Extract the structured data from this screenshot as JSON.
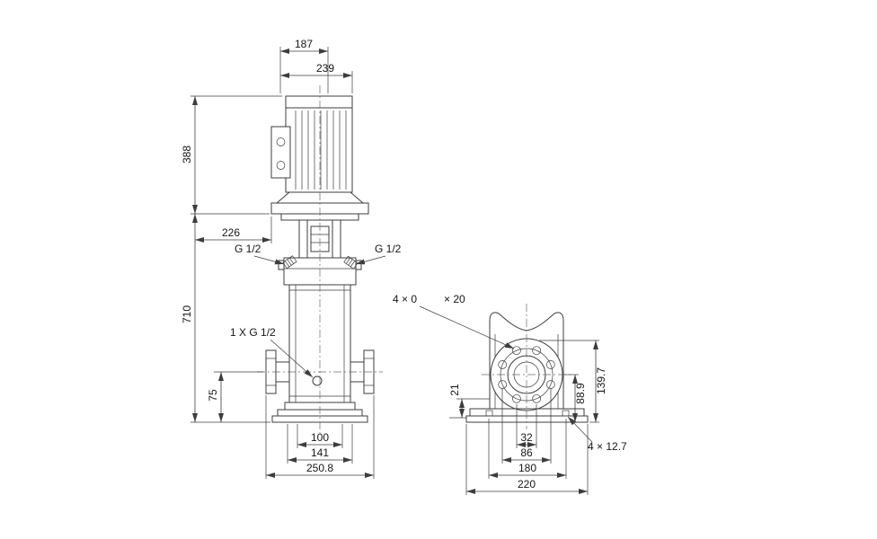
{
  "drawing": {
    "background": "#ffffff",
    "line_color": "#3c3c3c",
    "text_color": "#161616",
    "views": {
      "side": {
        "dim_motor_top_width": "187",
        "dim_motor_width": "239",
        "dim_motor_height": "388",
        "dim_head_offset": "226",
        "label_port_left": "G 1/2",
        "label_port_right": "G 1/2",
        "dim_total_height": "710",
        "label_drain_port": "1 X G 1/2",
        "dim_port_height": "75",
        "dim_width_inner": "100",
        "dim_width_outer": "141",
        "dim_flange_to_flange": "250.8"
      },
      "end": {
        "label_flange_holes_a": "4 × 0",
        "label_flange_holes_b": "× 20",
        "dim_base_edge": "21",
        "dim_port_center_height": "88.9",
        "dim_flange_top_height": "139.7",
        "dim_bolt_span_inner": "32",
        "dim_bolt_span_outer": "86",
        "dim_foot_hole_span": "180",
        "dim_base_width": "220",
        "label_base_holes": "4 × 12.7"
      }
    }
  }
}
